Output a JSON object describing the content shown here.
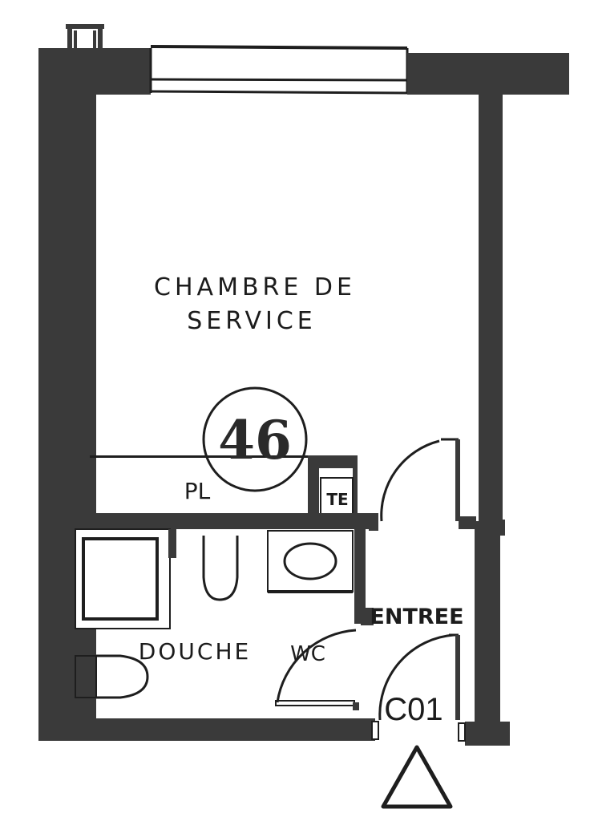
{
  "plan": {
    "rooms": [
      {
        "id": "chambre",
        "label_line1": "CHAMBRE DE",
        "label_line2": "SERVICE"
      },
      {
        "id": "placard",
        "label": "PL"
      },
      {
        "id": "technical",
        "label": "TE"
      },
      {
        "id": "douche_wc",
        "label_douche": "DOUCHE",
        "label_wc": "WC"
      },
      {
        "id": "entree",
        "label": "ENTREE"
      }
    ],
    "unit_code": "C01",
    "lot_number_stamp": "46",
    "entrance_marker": "triangle",
    "colors": {
      "wall": "#3a3a3a",
      "line": "#1e1e1e",
      "background": "#ffffff"
    }
  }
}
